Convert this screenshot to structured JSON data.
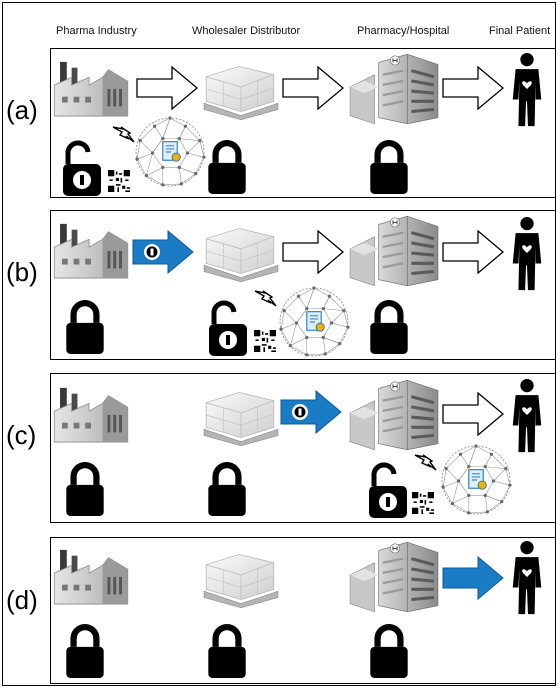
{
  "headers": {
    "pharma": "Pharma Industry",
    "wholesaler": "Wholesaler Distributor",
    "pharmacy": "Pharmacy/Hospital",
    "patient": "Final Patient"
  },
  "panels": [
    {
      "label": "(a)",
      "active_stage": "pharma"
    },
    {
      "label": "(b)",
      "active_stage": "wholesaler"
    },
    {
      "label": "(c)",
      "active_stage": "pharmacy"
    },
    {
      "label": "(d)",
      "active_stage": "delivered"
    }
  ],
  "colors": {
    "active_arrow": "#1a7cc4",
    "lock": "#000000",
    "network_node": "#6a6a6a"
  }
}
